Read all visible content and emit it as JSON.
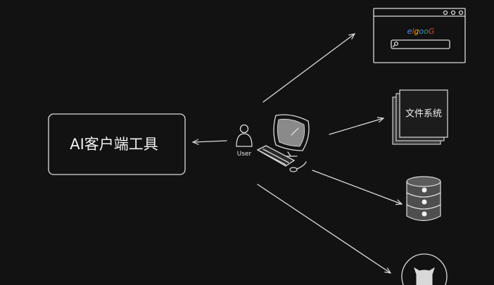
{
  "client": {
    "label": "AI客户端工具"
  },
  "user": {
    "label": "User"
  },
  "browser": {
    "logo_letters": [
      "e",
      "l",
      "g",
      "o",
      "o",
      "G"
    ],
    "logo_colors": [
      "#4c8bf5",
      "#e34133",
      "#f4b400",
      "#4c8bf5",
      "#2aa853",
      "#e34133"
    ],
    "search_icon": "magnifier-icon"
  },
  "filesystem": {
    "label": "文件系统"
  },
  "database": {
    "icon": "database-icon"
  },
  "github": {
    "icon": "github-cat-icon"
  },
  "colors": {
    "background": "#121212",
    "stroke": "#dcdcdc",
    "monitor_screen": "#8a8a8a"
  }
}
